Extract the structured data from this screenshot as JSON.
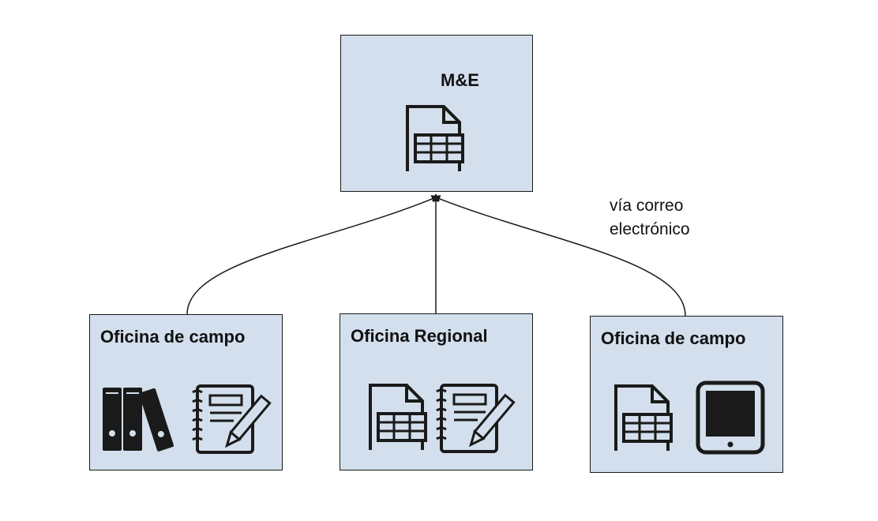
{
  "diagram": {
    "top_node": {
      "title": "M&E",
      "icons": [
        "spreadsheet-icon"
      ]
    },
    "bottom_nodes": [
      {
        "title": "Oficina de campo",
        "icons": [
          "binders-icon",
          "notepad-pencil-icon"
        ]
      },
      {
        "title": "Oficina Regional",
        "icons": [
          "spreadsheet-icon",
          "notepad-pencil-icon"
        ]
      },
      {
        "title": "Oficina de campo",
        "icons": [
          "spreadsheet-icon",
          "tablet-icon"
        ]
      }
    ],
    "edge_label": {
      "line1": "vía correo",
      "line2": "electrónico"
    },
    "colors": {
      "node_fill": "#d3dfec",
      "stroke": "#1a1a1a"
    }
  }
}
